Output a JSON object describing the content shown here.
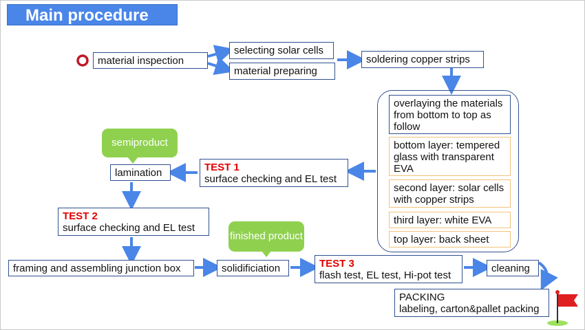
{
  "title": "Main  procedure",
  "steps": {
    "material_inspection": "material inspection",
    "selecting_solar_cells": "selecting solar cells",
    "material_preparing": "material preparing",
    "soldering_copper_strips": "soldering copper strips",
    "overlaying": "overlaying the materials from bottom to top as follow",
    "bottom_layer": "bottom layer: tempered glass with transparent EVA",
    "second_layer": "second layer: solar cells with copper strips",
    "third_layer": "third  layer: white EVA",
    "top_layer": "top  layer: back sheet",
    "lamination": "lamination",
    "framing": "framing and assembling junction box",
    "solidificiation": "solidificiation",
    "cleaning": "cleaning",
    "packing_title": "PACKING",
    "packing_desc": "labeling, carton&pallet packing"
  },
  "tests": {
    "test1": {
      "label": "TEST 1",
      "desc": "surface checking and EL test"
    },
    "test2": {
      "label": "TEST 2",
      "desc": "surface checking and EL test"
    },
    "test3": {
      "label": "TEST 3",
      "desc": "flash test, EL test, Hi-pot test"
    }
  },
  "bubbles": {
    "semiproduct": "semiproduct",
    "finished_product": "finished product"
  },
  "colors": {
    "title_bg": "#4a86e8",
    "arrow": "#4a86e8",
    "test_label": "#e00000",
    "bubble": "#8fd14f",
    "start_marker": "#c0182a",
    "flag": "#e02020"
  },
  "icons": {
    "start": "start-circle-icon",
    "finish": "finish-flag-icon"
  }
}
